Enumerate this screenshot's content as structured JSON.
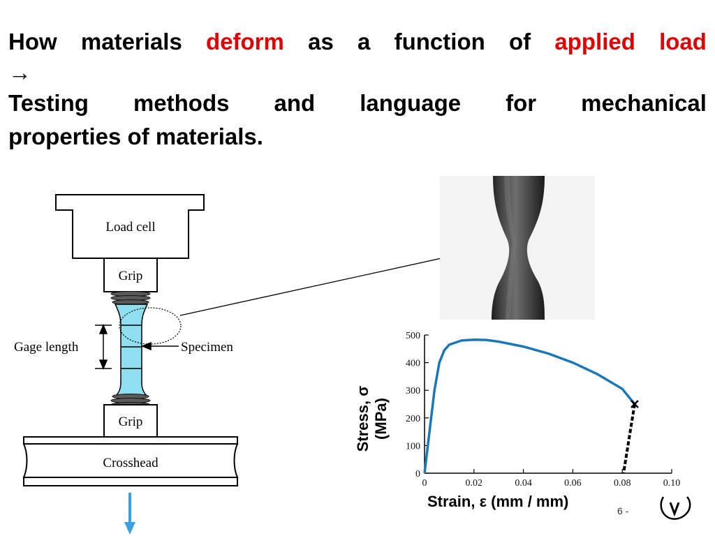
{
  "title": {
    "line1_words": [
      "How",
      "materials",
      "deform",
      "as",
      "a",
      "function",
      "of",
      "applied",
      "load"
    ],
    "arrow": "→",
    "line2_words": [
      "Testing",
      "methods",
      "and",
      "language",
      "for",
      "mechanical"
    ],
    "line3": "properties of materials."
  },
  "diagram": {
    "load_cell": "Load cell",
    "grip_top": "Grip",
    "grip_bottom": "Grip",
    "gage_length": "Gage length",
    "specimen": "Specimen",
    "crosshead": "Crosshead"
  },
  "page_number": "6 -",
  "chart_data": {
    "type": "line",
    "title": "",
    "xlabel": "Strain, ε (mm / mm)",
    "ylabel_line1": "Stress, σ",
    "ylabel_line2": "(MPa)",
    "xlim": [
      0,
      0.1
    ],
    "ylim": [
      0,
      500
    ],
    "x_ticks": [
      "0",
      "0.02",
      "0.04",
      "0.06",
      "0.08",
      "0.10"
    ],
    "y_ticks": [
      "0",
      "100",
      "200",
      "300",
      "400",
      "500"
    ],
    "x_tick_values": [
      0,
      0.02,
      0.04,
      0.06,
      0.08,
      0.1
    ],
    "y_tick_values": [
      0,
      100,
      200,
      300,
      400,
      500
    ],
    "grid": false,
    "series": [
      {
        "color": "#1a78b8",
        "style": "solid",
        "points": [
          [
            0,
            0
          ],
          [
            0.002,
            150
          ],
          [
            0.004,
            300
          ],
          [
            0.006,
            400
          ],
          [
            0.008,
            445
          ],
          [
            0.01,
            465
          ],
          [
            0.015,
            480
          ],
          [
            0.02,
            483
          ],
          [
            0.025,
            482
          ],
          [
            0.03,
            476
          ],
          [
            0.04,
            458
          ],
          [
            0.05,
            433
          ],
          [
            0.06,
            400
          ],
          [
            0.07,
            358
          ],
          [
            0.08,
            305
          ],
          [
            0.085,
            250
          ]
        ]
      },
      {
        "color": "#000000",
        "style": "dashed",
        "points": [
          [
            0.085,
            250
          ],
          [
            0.0805,
            0
          ]
        ]
      }
    ],
    "fracture_point": [
      0.085,
      250
    ]
  },
  "colors": {
    "accent_red": "#e00000",
    "specimen_fill": "#8fdff0",
    "curve_blue": "#1a78b8"
  }
}
